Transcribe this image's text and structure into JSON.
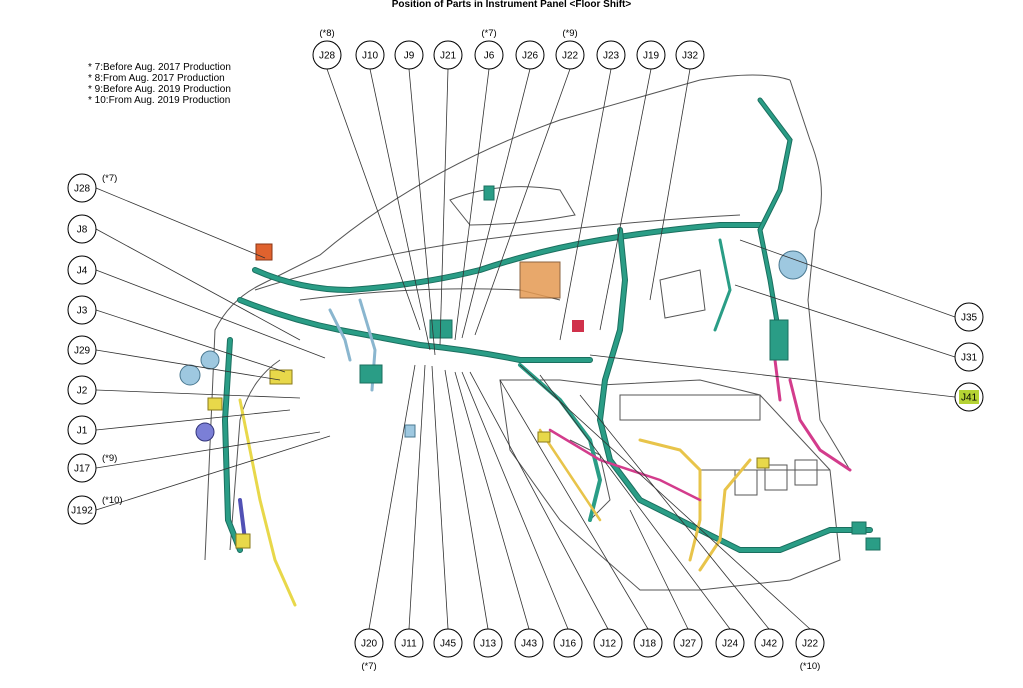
{
  "title": "Position of Parts in Instrument Panel <Floor Shift>",
  "notes": [
    "* 7:Before Aug. 2017 Production",
    "* 8:From Aug. 2017 Production",
    "* 9:Before Aug. 2019 Production",
    "* 10:From Aug. 2019 Production"
  ],
  "highlight_color": "#b5d334",
  "harness_color": "#2a9d86",
  "connectors": {
    "top": [
      {
        "id": "J28",
        "note": "(*8)"
      },
      {
        "id": "J10",
        "note": ""
      },
      {
        "id": "J9",
        "note": ""
      },
      {
        "id": "J21",
        "note": ""
      },
      {
        "id": "J6",
        "note": "(*7)"
      },
      {
        "id": "J26",
        "note": ""
      },
      {
        "id": "J22",
        "note": "(*9)"
      },
      {
        "id": "J23",
        "note": ""
      },
      {
        "id": "J19",
        "note": ""
      },
      {
        "id": "J32",
        "note": ""
      }
    ],
    "left": [
      {
        "id": "J28",
        "note": "(*7)"
      },
      {
        "id": "J8",
        "note": ""
      },
      {
        "id": "J4",
        "note": ""
      },
      {
        "id": "J3",
        "note": ""
      },
      {
        "id": "J29",
        "note": ""
      },
      {
        "id": "J2",
        "note": ""
      },
      {
        "id": "J1",
        "note": ""
      },
      {
        "id": "J17",
        "note": "(*9)"
      },
      {
        "id": "J192",
        "note": "(*10)"
      }
    ],
    "right": [
      {
        "id": "J35",
        "note": "",
        "highlight": false
      },
      {
        "id": "J31",
        "note": "",
        "highlight": false
      },
      {
        "id": "J41",
        "note": "",
        "highlight": true
      }
    ],
    "bottom": [
      {
        "id": "J20",
        "note": "(*7)"
      },
      {
        "id": "J11",
        "note": ""
      },
      {
        "id": "J45",
        "note": ""
      },
      {
        "id": "J13",
        "note": ""
      },
      {
        "id": "J43",
        "note": ""
      },
      {
        "id": "J16",
        "note": ""
      },
      {
        "id": "J12",
        "note": ""
      },
      {
        "id": "J18",
        "note": ""
      },
      {
        "id": "J27",
        "note": ""
      },
      {
        "id": "J24",
        "note": ""
      },
      {
        "id": "J42",
        "note": ""
      },
      {
        "id": "J22",
        "note": "(*10)"
      }
    ]
  }
}
